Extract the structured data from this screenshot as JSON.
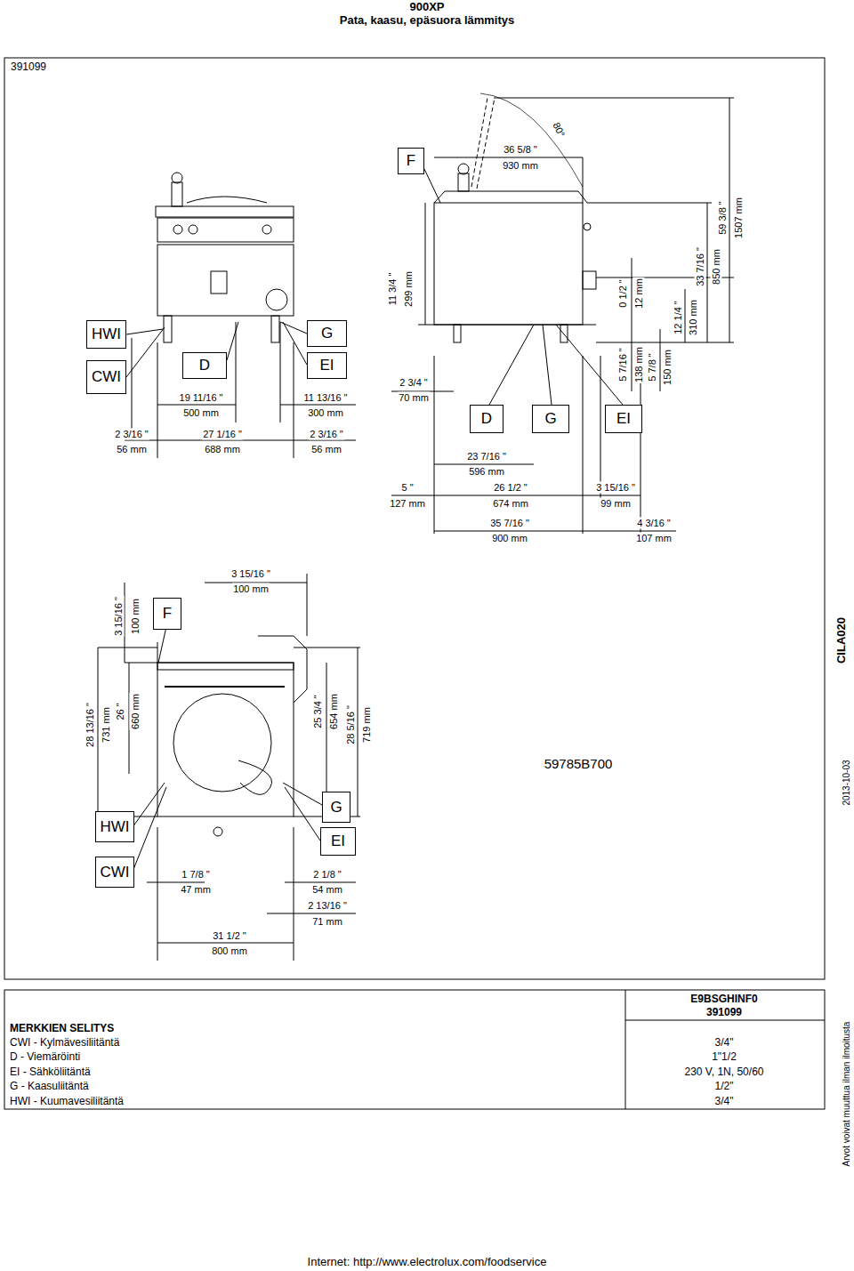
{
  "diagram": {
    "title": "900XP",
    "nodes": [
      {
        "text": [
          "HWI"
        ]
      },
      {
        "text": [
          "CWI"
        ]
      },
      {
        "text": [
          "D"
        ]
      },
      {
        "text": [
          "G"
        ]
      },
      {
        "text": [
          "EI"
        ]
      },
      {
        "text": [
          "F"
        ]
      },
      {
        "text": [
          "D"
        ]
      },
      {
        "text": [
          "G"
        ]
      },
      {
        "text": [
          "EI"
        ]
      },
      {
        "text": [
          "F"
        ]
      },
      {
        "text": [
          "HWI"
        ]
      },
      {
        "text": [
          "CWI"
        ]
      },
      {
        "text": [
          "G"
        ]
      },
      {
        "text": [
          "EI"
        ]
      }
    ],
    "labels": [
      "Pata, kaasu, epäsuora lämmitys",
      "391099",
      "19 11/16 \"",
      "500 mm",
      "11 13/16 \"",
      "300 mm",
      "2 3/16 \"",
      "56 mm",
      "27 1/16 \"",
      "688 mm",
      "2 3/16 \"",
      "56 mm",
      "36 5/8 \"",
      "930 mm",
      "80°",
      "11 3/4 \"",
      "299 mm",
      "2 3/4 \"",
      "70 mm",
      "23 7/16 \"",
      "596 mm",
      "5 \"",
      "127 mm",
      "26 1/2 \"",
      "674 mm",
      "3 15/16 \"",
      "99 mm",
      "35 7/16 \"",
      "900 mm",
      "4 3/16 \"",
      "107 mm",
      "0 1/2 \"",
      "12 mm",
      "5 7/16 \"",
      "138 mm",
      "5 7/8 \"",
      "150 mm",
      "12 1/4 \"",
      "310 mm",
      "33 7/16 \"",
      "850 mm",
      "59 3/8 \"",
      "1507 mm",
      "3 15/16 \"",
      "100 mm",
      "3 15/16 \"",
      "100 mm",
      "28 13/16 \"",
      "731 mm",
      "26 \"",
      "660 mm",
      "25 3/4 \"",
      "654 mm",
      "28 5/16 \"",
      "719 mm",
      "1 7/8 \"",
      "47 mm",
      "2 1/8 \"",
      "54 mm",
      "2 13/16 \"",
      "71 mm",
      "31 1/2 \"",
      "800 mm",
      "59785B700",
      "CILA020",
      "2013-10-03",
      "E9BSGHINF0",
      "391099",
      "MERKKIEN SELITYS",
      "CWI - Kylmävesiliitäntä",
      "3/4\"",
      "D - Viemäröinti",
      "1\"1/2",
      "EI - Sähköliitäntä",
      "230 V, 1N, 50/60",
      "G - Kaasuliitäntä",
      "1/2\"",
      "HWI - Kuumavesiliitäntä",
      "3/4\"",
      "Arvot voivat muuttua ilman ilmoitusta",
      "Internet: http://www.electrolux.com/foodservice"
    ]
  }
}
